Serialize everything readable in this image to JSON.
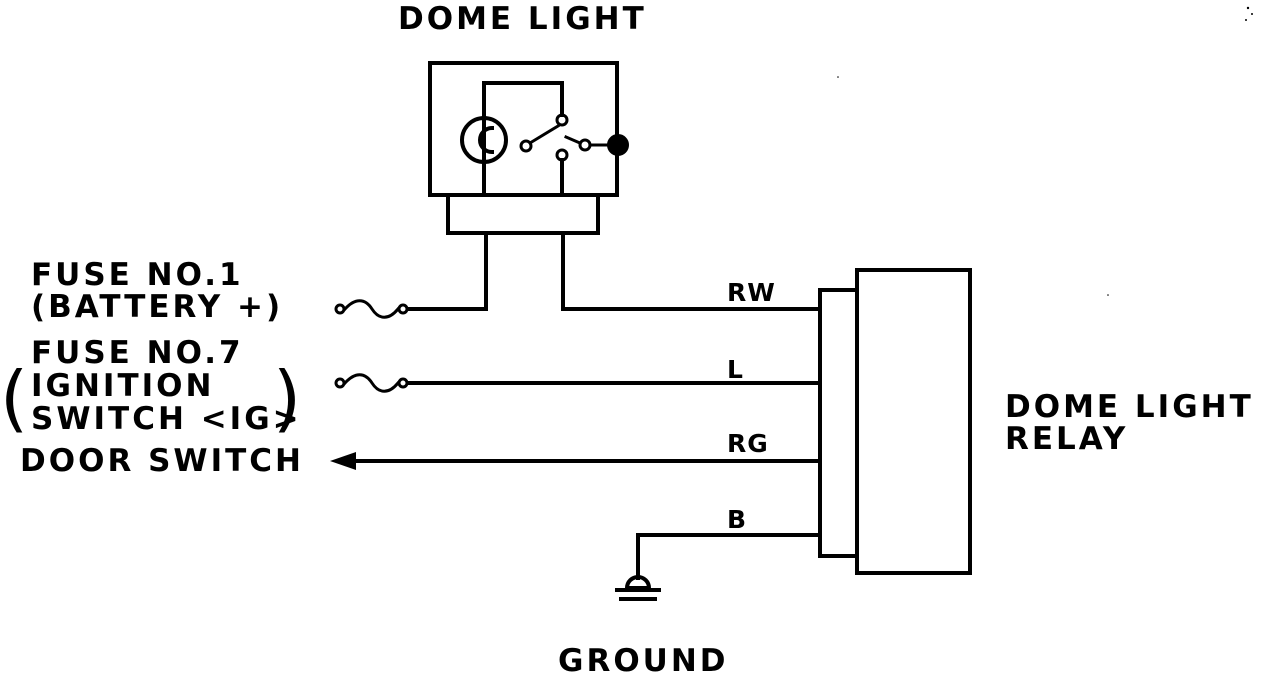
{
  "labels": {
    "dome_light": "DOME LIGHT",
    "fuse1_line1": "FUSE NO.1",
    "fuse1_line2": "(BATTERY +)",
    "fuse7_line1": "FUSE NO.7",
    "fuse7_line2": "IGNITION",
    "fuse7_line3": "SWITCH <IG>",
    "door_switch": "DOOR SWITCH",
    "relay_line1": "DOME LIGHT",
    "relay_line2": "RELAY",
    "ground": "GROUND"
  },
  "wires": {
    "rw": "RW",
    "l": "L",
    "rg": "RG",
    "b": "B"
  }
}
